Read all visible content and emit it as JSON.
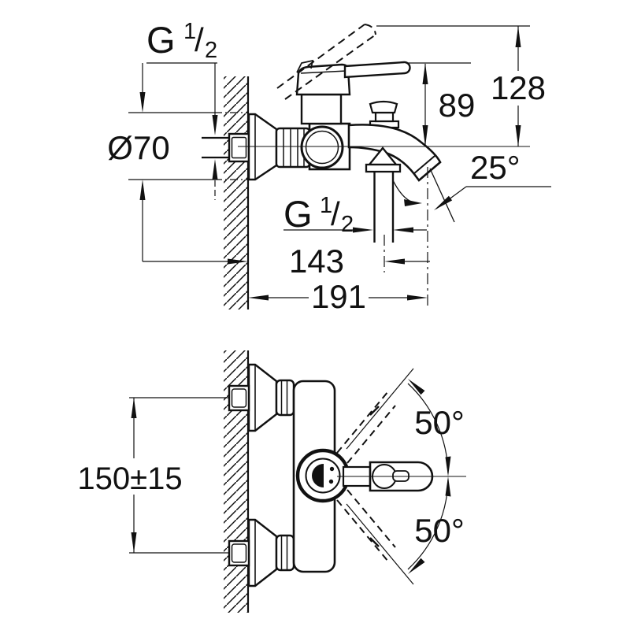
{
  "drawing": {
    "title": "bath-mixer-installation-dimensions",
    "line_color": "#111111",
    "background": "#ffffff",
    "labels": {
      "thread_top": {
        "g": "G",
        "num": "1",
        "slash": "/",
        "den": "2"
      },
      "thread_bottom": {
        "g": "G",
        "num": "1",
        "slash": "/",
        "den": "2"
      },
      "flange_diameter": "Ø70",
      "height_to_top": "128",
      "height_to_lever": "89",
      "spout_angle": "25°",
      "spout_center_reach": "143",
      "total_projection": "191",
      "mounting_centers": "150±15",
      "swivel_up": "50°",
      "swivel_down": "50°"
    }
  }
}
